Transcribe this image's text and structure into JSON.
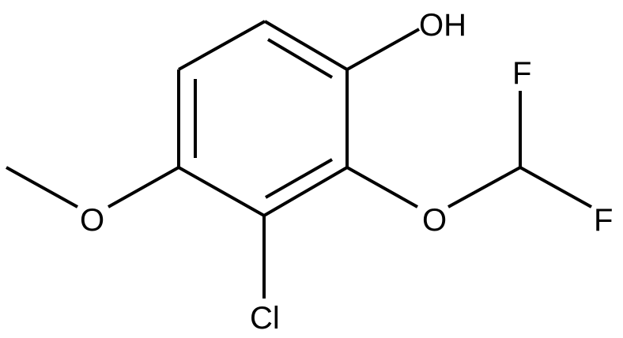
{
  "diagram": {
    "atoms": {
      "hydroxyl": "OH",
      "ether_oxygen": "O",
      "fluorine_top": "F",
      "fluorine_bottom": "F",
      "methoxy_oxygen": "O",
      "chlorine": "Cl"
    }
  }
}
